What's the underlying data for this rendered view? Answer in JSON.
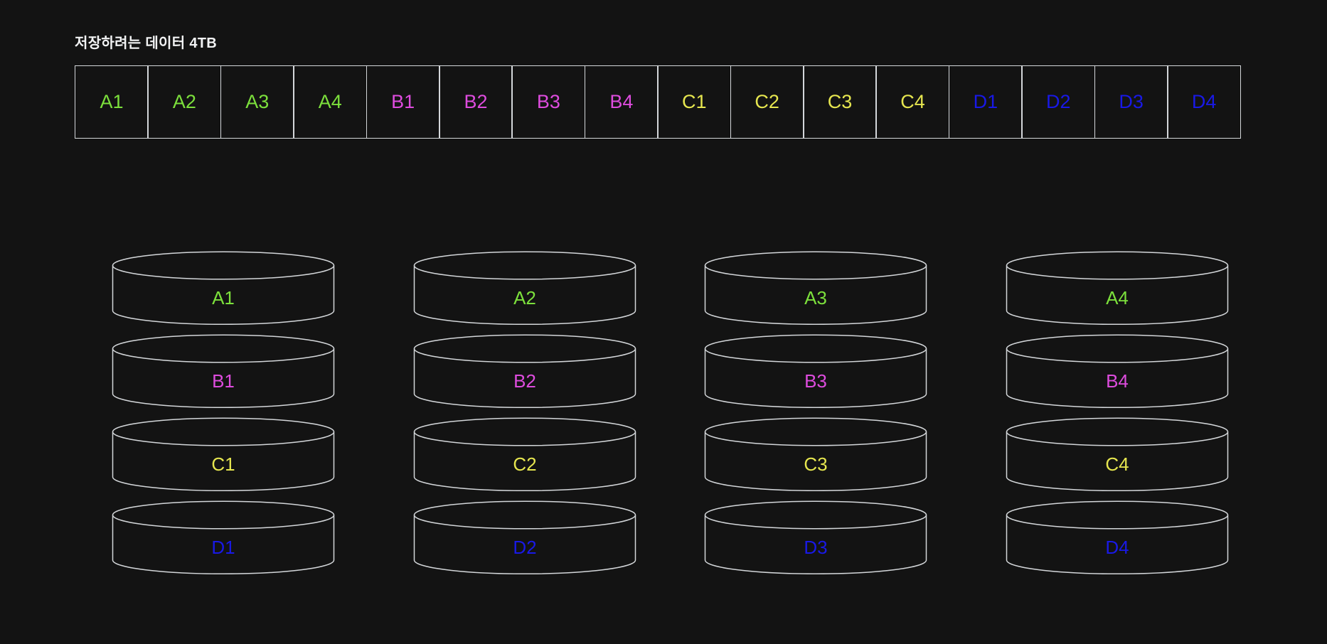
{
  "canvas": {
    "background": "#131313"
  },
  "colors": {
    "bg": "#131313",
    "stroke": "#d4d7da",
    "title": "#f2f3f4",
    "A": "#7ce03c",
    "B": "#de4cde",
    "C": "#e6e64f",
    "D": "#1919e6"
  },
  "title": {
    "text": "저장하려는 데이터 4TB"
  },
  "strip": {
    "cells": [
      {
        "label": "A1",
        "group": "A"
      },
      {
        "label": "A2",
        "group": "A"
      },
      {
        "label": "A3",
        "group": "A"
      },
      {
        "label": "A4",
        "group": "A"
      },
      {
        "label": "B1",
        "group": "B"
      },
      {
        "label": "B2",
        "group": "B"
      },
      {
        "label": "B3",
        "group": "B"
      },
      {
        "label": "B4",
        "group": "B"
      },
      {
        "label": "C1",
        "group": "C"
      },
      {
        "label": "C2",
        "group": "C"
      },
      {
        "label": "C3",
        "group": "C"
      },
      {
        "label": "C4",
        "group": "C"
      },
      {
        "label": "D1",
        "group": "D"
      },
      {
        "label": "D2",
        "group": "D"
      },
      {
        "label": "D3",
        "group": "D"
      },
      {
        "label": "D4",
        "group": "D"
      }
    ]
  },
  "disks": {
    "columns": [
      {
        "items": [
          {
            "label": "A1",
            "group": "A"
          },
          {
            "label": "B1",
            "group": "B"
          },
          {
            "label": "C1",
            "group": "C"
          },
          {
            "label": "D1",
            "group": "D"
          }
        ]
      },
      {
        "items": [
          {
            "label": "A2",
            "group": "A"
          },
          {
            "label": "B2",
            "group": "B"
          },
          {
            "label": "C2",
            "group": "C"
          },
          {
            "label": "D2",
            "group": "D"
          }
        ]
      },
      {
        "items": [
          {
            "label": "A3",
            "group": "A"
          },
          {
            "label": "B3",
            "group": "B"
          },
          {
            "label": "C3",
            "group": "C"
          },
          {
            "label": "D3",
            "group": "D"
          }
        ]
      },
      {
        "items": [
          {
            "label": "A4",
            "group": "A"
          },
          {
            "label": "B4",
            "group": "B"
          },
          {
            "label": "C4",
            "group": "C"
          },
          {
            "label": "D4",
            "group": "D"
          }
        ]
      }
    ]
  }
}
